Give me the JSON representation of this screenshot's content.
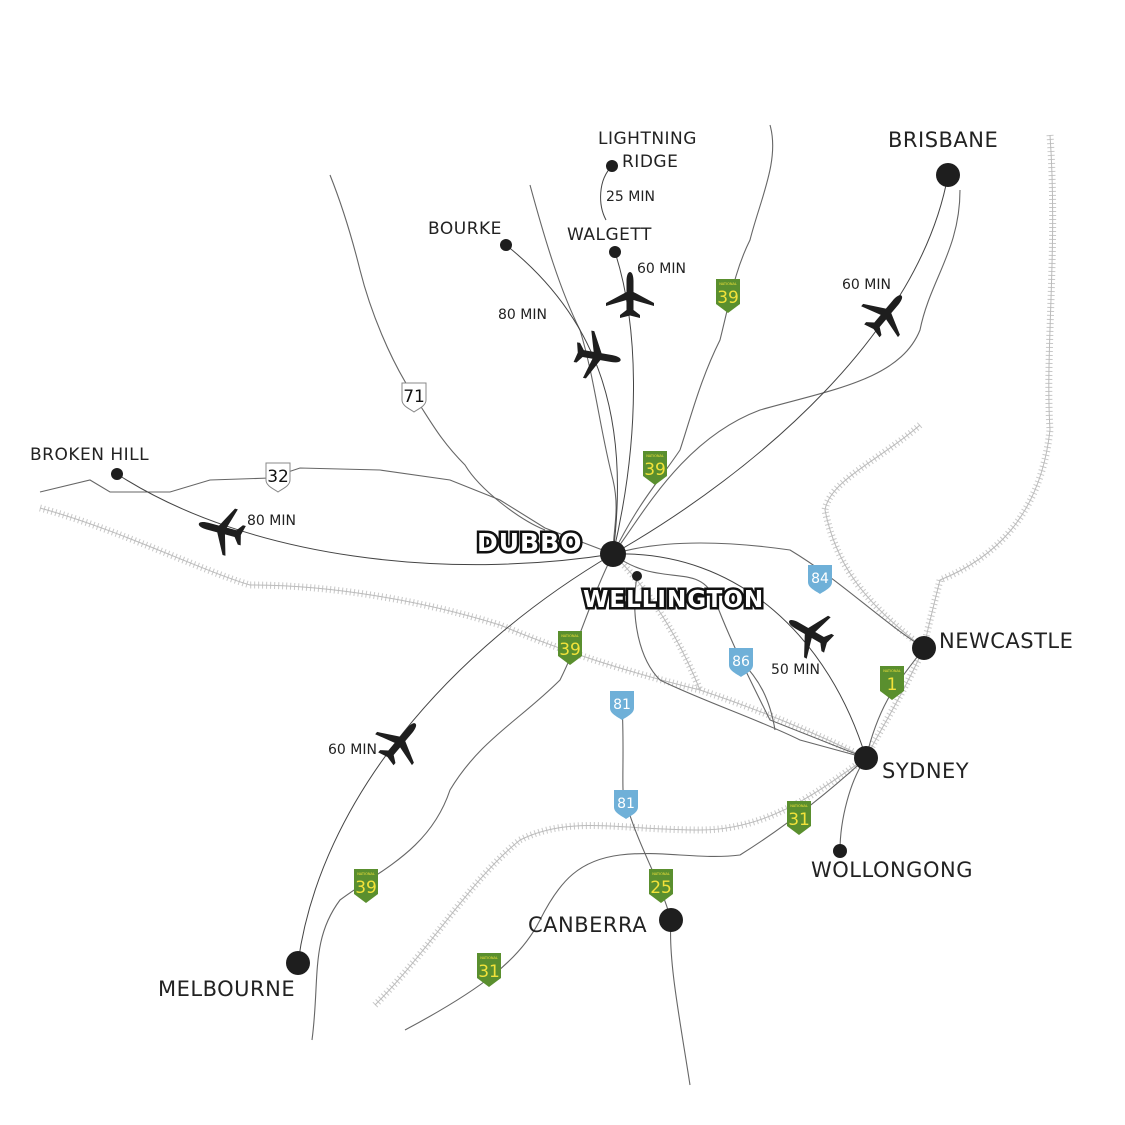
{
  "hub": {
    "name": "DUBBO"
  },
  "nearby": {
    "name": "WELLINGTON"
  },
  "cities": {
    "brisbane": "BRISBANE",
    "newcastle": "NEWCASTLE",
    "sydney": "SYDNEY",
    "wollongong": "WOLLONGONG",
    "canberra": "CANBERRA",
    "melbourne": "MELBOURNE",
    "broken_hill": "BROKEN HILL",
    "bourke": "BOURKE",
    "walgett": "WALGETT",
    "lightning_ridge_1": "LIGHTNING",
    "lightning_ridge_2": "RIDGE"
  },
  "flight_times": {
    "lightning_ridge": "25 MIN",
    "walgett": "60 MIN",
    "bourke": "80 MIN",
    "brisbane": "60 MIN",
    "broken_hill": "80 MIN",
    "sydney": "50 MIN",
    "melbourne": "60 MIN"
  },
  "shields": {
    "national_label": "NATIONAL",
    "colors": {
      "national": "#5a8f2e",
      "national_text": "#f2e23a",
      "state": "#6fb0d8",
      "route": "#ffffff"
    },
    "n39a": "39",
    "n39b": "39",
    "n39c": "39",
    "n39d": "39",
    "n1": "1",
    "n31a": "31",
    "n31b": "31",
    "n25": "25",
    "s84": "84",
    "s86": "86",
    "s81a": "81",
    "s81b": "81",
    "r71": "71",
    "r32": "32"
  },
  "icons": {
    "plane": "airplane-icon",
    "city": "city-dot-icon"
  }
}
